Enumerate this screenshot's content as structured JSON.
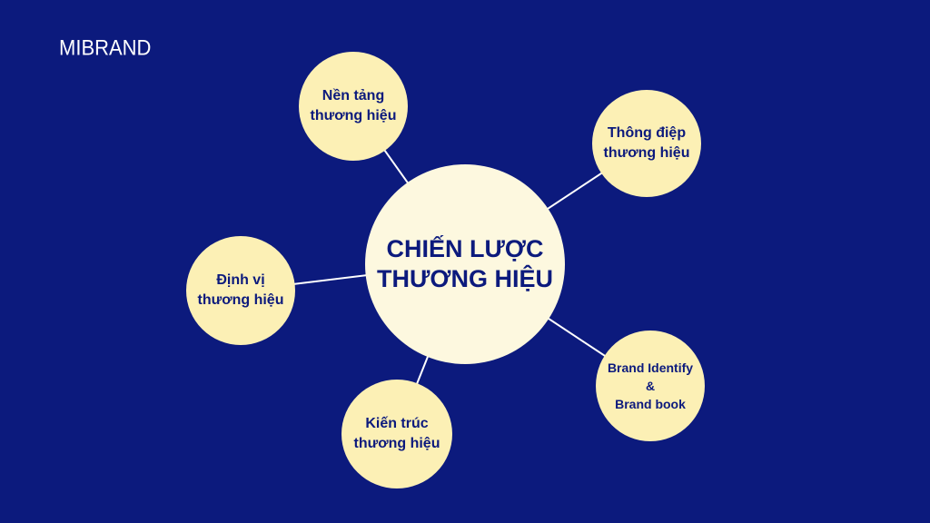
{
  "logo": {
    "text": "MIBRAND"
  },
  "center": {
    "line1": "CHIẾN LƯỢC",
    "line2": "THƯƠNG HIỆU"
  },
  "nodes": [
    {
      "id": "nen-tang",
      "line1": "Nền tảng",
      "line2": "thương hiệu"
    },
    {
      "id": "thong-diep",
      "line1": "Thông điệp",
      "line2": "thương hiệu"
    },
    {
      "id": "dinh-vi",
      "line1": "Định vị",
      "line2": "thương hiệu"
    },
    {
      "id": "brand-identify",
      "line1": "Brand Identify",
      "line2": "&",
      "line3": "Brand book"
    },
    {
      "id": "kien-truc",
      "line1": "Kiến trúc",
      "line2": "thương hiệu"
    }
  ],
  "colors": {
    "background": "#0c1a7d",
    "center_fill": "#fdf8df",
    "node_fill": "#fcf0b5",
    "text": "#0c1a7d",
    "connector": "#ffffff"
  }
}
